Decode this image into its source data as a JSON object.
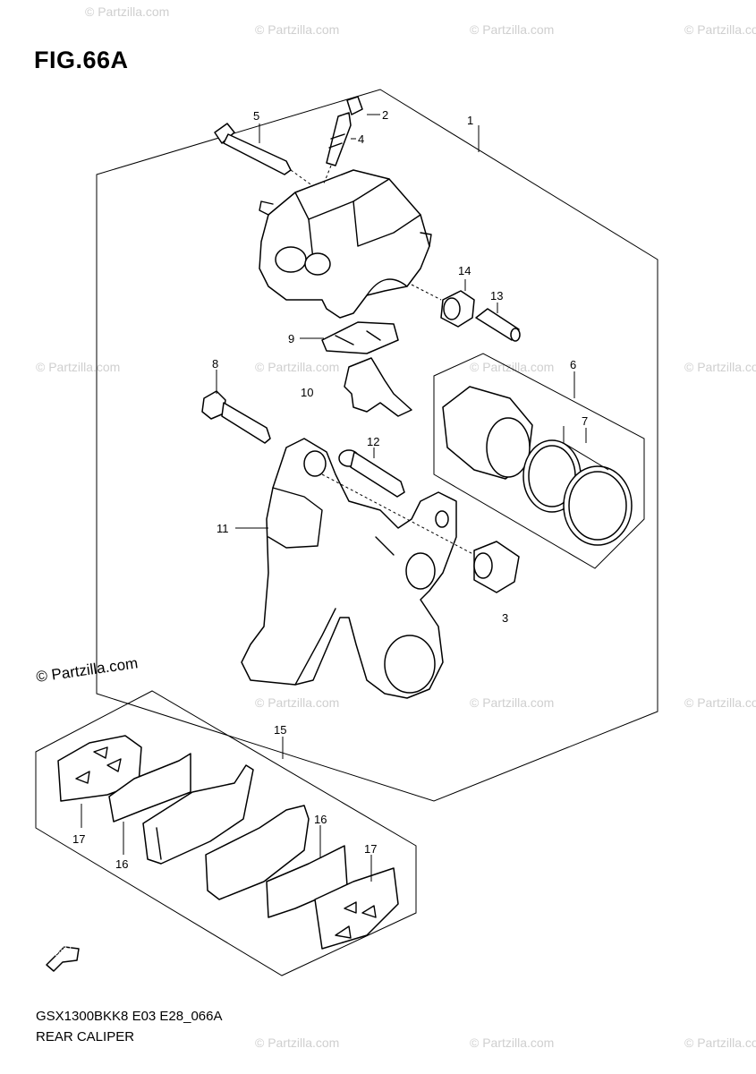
{
  "figure": {
    "title": "FIG.66A",
    "code": "GSX1300BKK8 E03 E28_066A",
    "name": "REAR CALIPER"
  },
  "copyright": "© Partzilla.com",
  "watermark": "© Partzilla.com",
  "callouts": {
    "c1": "1",
    "c2": "2",
    "c3": "3",
    "c4": "4",
    "c5": "5",
    "c6": "6",
    "c7": "7",
    "c8": "8",
    "c9": "9",
    "c10": "10",
    "c11": "11",
    "c12": "12",
    "c13": "13",
    "c14": "14",
    "c15": "15",
    "c16a": "16",
    "c16b": "16",
    "c17a": "17",
    "c17b": "17"
  },
  "fwd_label": "FWD"
}
